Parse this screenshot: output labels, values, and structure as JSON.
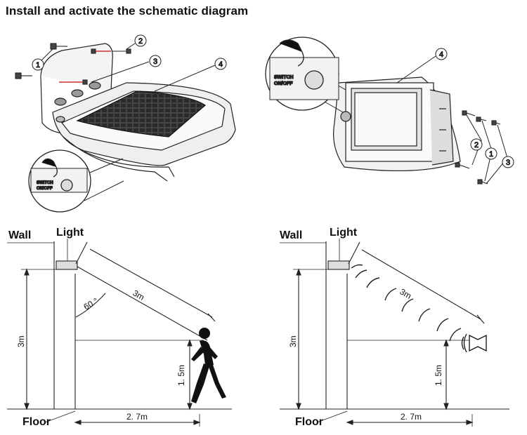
{
  "title": "Install and activate the schematic diagram",
  "callouts": [
    "1",
    "2",
    "3",
    "4"
  ],
  "switch_label": [
    "SWITCH",
    "ON/OFF"
  ],
  "labels": {
    "wall": "Wall",
    "light": "Light",
    "floor": "Floor",
    "height": "3m",
    "beam": "3m",
    "angle": "60 °",
    "mount_height": "1. 5m",
    "distance": "2. 7m"
  }
}
